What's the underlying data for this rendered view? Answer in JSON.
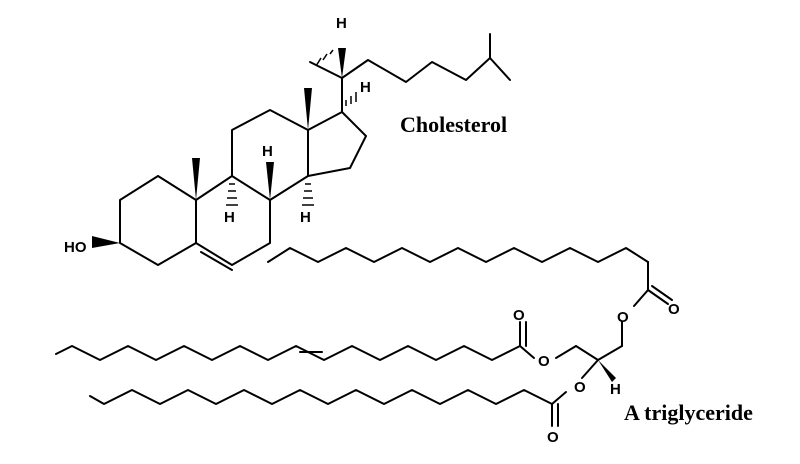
{
  "figure": {
    "cholesterol": {
      "name": "Cholesterol",
      "hydroxyl_label": "HO",
      "h_label": "H"
    },
    "triglyceride": {
      "name": "A triglyceride",
      "oxygen_label": "O",
      "h_label": "H"
    }
  }
}
